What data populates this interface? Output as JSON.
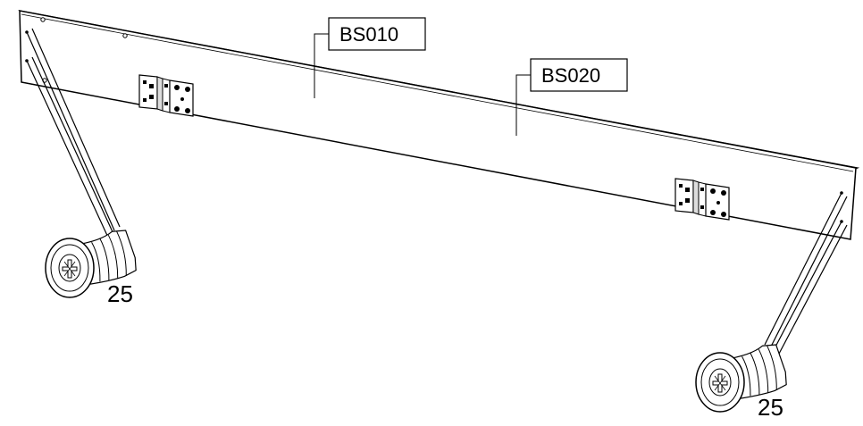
{
  "parts": {
    "panel_top_label": "BS010",
    "panel_front_label": "BS020",
    "screw_left_qty": "25",
    "screw_right_qty": "25"
  },
  "colors": {
    "line": "#000000",
    "background": "#ffffff",
    "panel_edge": "#f4f4f4"
  },
  "icons": {
    "screw": "screw-icon",
    "bracket": "bracket-icon"
  }
}
